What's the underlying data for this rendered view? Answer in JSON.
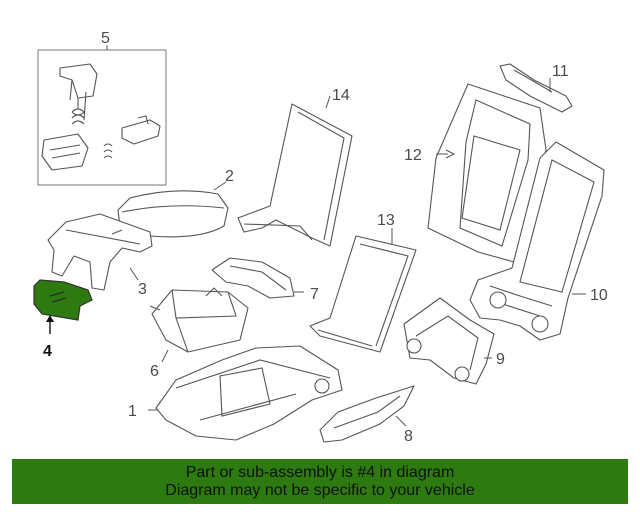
{
  "highlight_color": "#2d7a10",
  "callouts": {
    "c1": "1",
    "c2": "2",
    "c3": "3",
    "c4": "4",
    "c5": "5",
    "c6": "6",
    "c7": "7",
    "c8": "8",
    "c9": "9",
    "c10": "10",
    "c11": "11",
    "c12": "12",
    "c13": "13",
    "c14": "14"
  },
  "highlighted_part": "4",
  "banner": {
    "line1": "Part or sub-assembly is #4 in diagram",
    "line2": "Diagram may not be specific to your vehicle"
  }
}
